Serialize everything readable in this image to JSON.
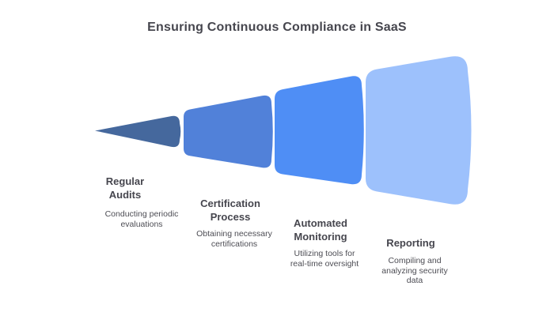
{
  "title": "Ensuring Continuous Compliance in SaaS",
  "colors": {
    "background": "#ffffff",
    "heading_text": "#46464e",
    "body_text": "#4d4d54"
  },
  "funnel": {
    "direction": "expanding-left-to-right",
    "stages": [
      {
        "name": [
          "Regular",
          "Audits"
        ],
        "description": [
          "Conducting periodic",
          "evaluations"
        ],
        "color": "#45689D"
      },
      {
        "name": [
          "Certification",
          "Process"
        ],
        "description": [
          "Obtaining necessary",
          "certifications"
        ],
        "color": "#5181D9"
      },
      {
        "name": [
          "Automated",
          "Monitoring"
        ],
        "description": [
          "Utilizing tools for",
          "real-time oversight"
        ],
        "color": "#4F8EF5"
      },
      {
        "name": [
          "Reporting"
        ],
        "description": [
          "Compiling and",
          "analyzing security",
          "data"
        ],
        "color": "#9DC1FC"
      }
    ]
  }
}
